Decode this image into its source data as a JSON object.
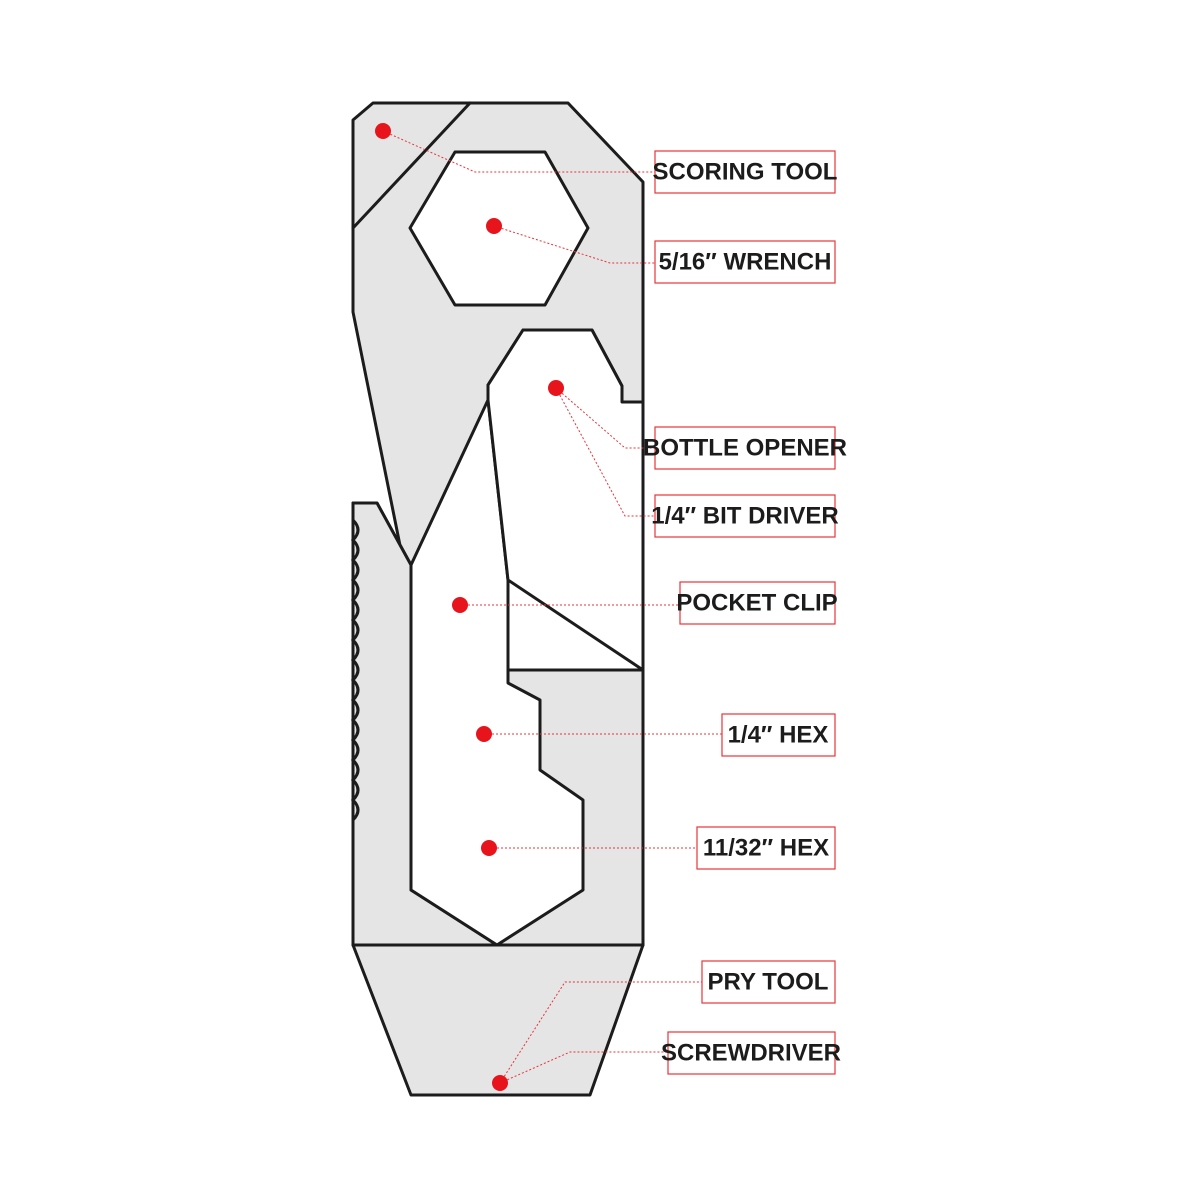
{
  "labels": {
    "scoring_tool": "SCORING TOOL",
    "wrench": "5/16″  WRENCH",
    "bottle_opener": "BOTTLE OPENER",
    "bit_driver": "1/4″ BIT DRIVER",
    "pocket_clip": "POCKET CLIP",
    "hex_quarter": "1/4″ HEX",
    "hex_11_32": "11/32″ HEX",
    "pry_tool": "PRY TOOL",
    "screwdriver": "SCREWDRIVER"
  },
  "colors": {
    "tool_fill": "#e5e5e5",
    "outline": "#1c1c1c",
    "marker": "#e8141c",
    "leader": "#e8343a",
    "background": "#ffffff"
  }
}
